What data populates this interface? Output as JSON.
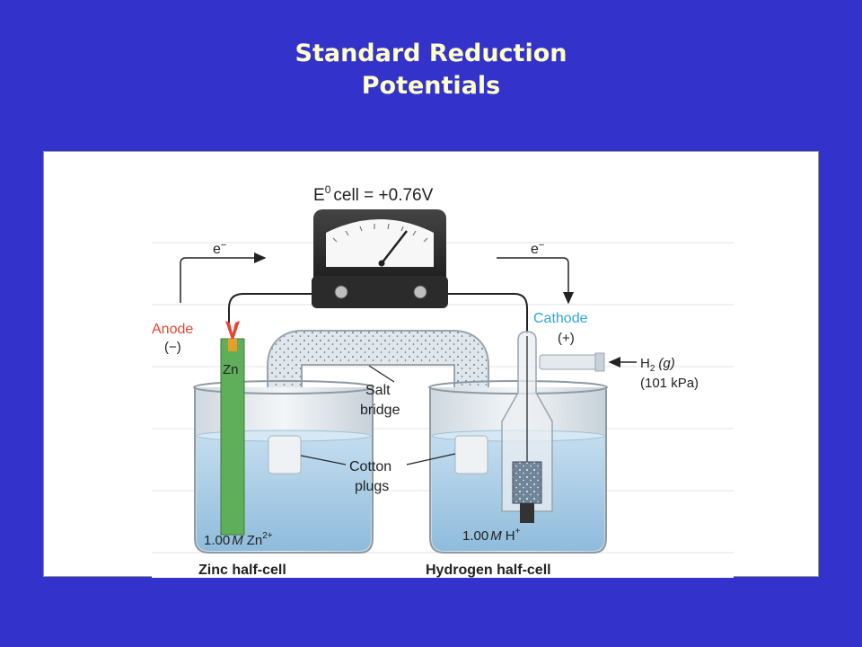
{
  "slide": {
    "title_line1": "Standard Reduction",
    "title_line2": "Potentials"
  },
  "diagram": {
    "meter": {
      "e_symbol": "E",
      "superscript": "0",
      "rest": "cell = +0.76V"
    },
    "electron_left": {
      "base": "e",
      "sup": "−"
    },
    "electron_right": {
      "base": "e",
      "sup": "−"
    },
    "anode": {
      "label": "Anode",
      "sign": "(−)"
    },
    "cathode": {
      "label": "Cathode",
      "sign": "(+)"
    },
    "zn_electrode": "Zn",
    "h2_gas": {
      "base": "H",
      "sub": "2",
      "phase": "(g)",
      "pressure": "(101 kPa)"
    },
    "salt_bridge": {
      "line1": "Salt",
      "line2": "bridge"
    },
    "cotton_plugs": {
      "line1": "Cotton",
      "line2": "plugs"
    },
    "zinc_solution": {
      "conc": "1.00",
      "unit": "M",
      "ion": "Zn",
      "charge": "2+"
    },
    "hydrogen_solution": {
      "conc": "1.00",
      "unit": "M",
      "ion": "H",
      "charge": "+"
    },
    "zinc_caption": "Zinc half-cell",
    "hydrogen_caption": "Hydrogen half-cell",
    "colors": {
      "background": "#3333cc",
      "title": "#ffffcc",
      "anode": "#e8432f",
      "cathode": "#2aa7e0",
      "solution": "#a9cde6",
      "zinc": "#5fae5a"
    }
  }
}
